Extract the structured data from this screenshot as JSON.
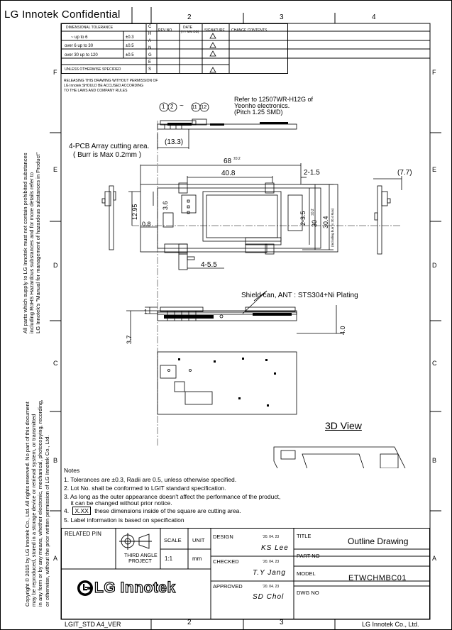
{
  "header": {
    "confidential": "LG Innotek Confidential",
    "columns": [
      "2",
      "3",
      "4"
    ],
    "footer_columns": [
      "2",
      "3"
    ],
    "rows_left": [
      "F",
      "E",
      "D",
      "C",
      "B",
      "A"
    ],
    "rows_right": [
      "F",
      "E",
      "D",
      "C",
      "B",
      "A"
    ]
  },
  "tolerance": {
    "title": "DIMENSIONAL TOLERANCE",
    "rows": [
      {
        "range": "~ up to 6",
        "tol": "±0.3"
      },
      {
        "range": "over 6  up to 30",
        "tol": "±0.5"
      },
      {
        "range": "over 30 up to 120",
        "tol": "±0.5"
      }
    ],
    "unless": "UNLESS OTHERWISE SPECIFIED",
    "change_letters": [
      "C",
      "H",
      "A",
      "N",
      "G",
      "E",
      "S"
    ],
    "rev_no": "REV NO.",
    "date": "DATE",
    "date_fmt": "(YY MM DD)",
    "signature": "SIGNATURE",
    "change_contents": "CHANGE CONTENTS",
    "warning": [
      "RELEASING THIS DRAWING WITHOUT PERMISSION OF",
      "LG Innotek SHOULD BE ACCUSED ACCORDING",
      "TO THE LAWS AND COMPANY RULES"
    ]
  },
  "side_notes": {
    "substances": [
      "All parts which supply to LG Innotek must not contain  prohibited substances",
      "including RoHS Hazardous substances and for more details refer to",
      "LG Innotek's \"Manual for management of hazardous substances in Product\""
    ],
    "copyright": [
      "Copyright © 2015 by LG Innotek Co., Ltd. All rights reserved. No part of this document",
      "may be reproduced, stored in a storage device or retrieval system, or transmitted",
      "in any form or by any means, whether electronic, mechanical, photocopying, recording,",
      "or otherwise, without the prior written permission of LG Innotek Co., Ltd."
    ]
  },
  "drawing": {
    "connector_pins": [
      "1",
      "2",
      "~",
      "11",
      "12"
    ],
    "refer_note": [
      "Refer to 12507WR-H12G of",
      "Yeonho electronics.",
      "(Pitch 1.25 SMD)"
    ],
    "dim_13_3": "(13.3)",
    "pcb_note": [
      "4-PCB Array cutting area.",
      "( Burr is Max 0.2mm )"
    ],
    "dim_68": "68",
    "dim_68_tol": "±0.2",
    "dim_40_8": "40.8",
    "dim_2_1_5": "2-1.5",
    "dim_7_7": "(7.7)",
    "dim_12_95": "12.95",
    "dim_3_6": "3.6",
    "dim_0_8": "0.8",
    "dim_2_3_5": "2-3.5",
    "dim_30": "30",
    "dim_30_tol": "±0.2",
    "dim_30_4": "30.4",
    "dim_burr": "(Including burr is 30.4 Max)",
    "dim_4_5_5": "4-5.5",
    "shield_note": "Shield can, ANT : STS304+Ni Plating",
    "dim_1": "1",
    "dim_3_7": "3.7",
    "dim_4_0": "4.0",
    "view_3d": "3D View"
  },
  "notes": {
    "title": "Notes",
    "items": [
      "1. Tolerances  are  ±0.3, Radii are 0.5, unless otherwise specified.",
      "2. Lot No. shall be conformed to LGIT standard specification.",
      "3. As long as the outer appearance doesn't affect the performance of the product,",
      "    it can be changed without prior notice."
    ],
    "item4_pre": "4.",
    "item4_box": "X.XX",
    "item4_post": "these dimensions inside of the square are cutting area.",
    "item5": "5. Label information is based on specification"
  },
  "title_block": {
    "related": "RELATED P/N",
    "scale_label": "SCALE",
    "scale": "1:1",
    "unit_label": "UNIT",
    "unit": "mm",
    "third_angle": [
      "THIRD ANGLE",
      "PROJECT"
    ],
    "design_label": "DESIGN",
    "design_date": "'20. 04. 23",
    "design_name": "KS Lee",
    "checked_label": "CHECKED",
    "checked_date": "'20. 04. 23",
    "checked_name": "T.Y Jang",
    "approved_label": "APPROVED",
    "approved_date": "'20. 04. 23",
    "approved_name": "SD Chol",
    "title_label": "TITLE",
    "title": "Outline Drawing",
    "partno_label": "PART NO",
    "model_label": "MODEL",
    "model": "ETWCHMBC01",
    "dwgno_label": "DWG NO",
    "logo_text": "LG Innotek"
  },
  "footer": {
    "left": "LGIT_STD A4_VER",
    "right": "LG Innotek Co., Ltd."
  }
}
